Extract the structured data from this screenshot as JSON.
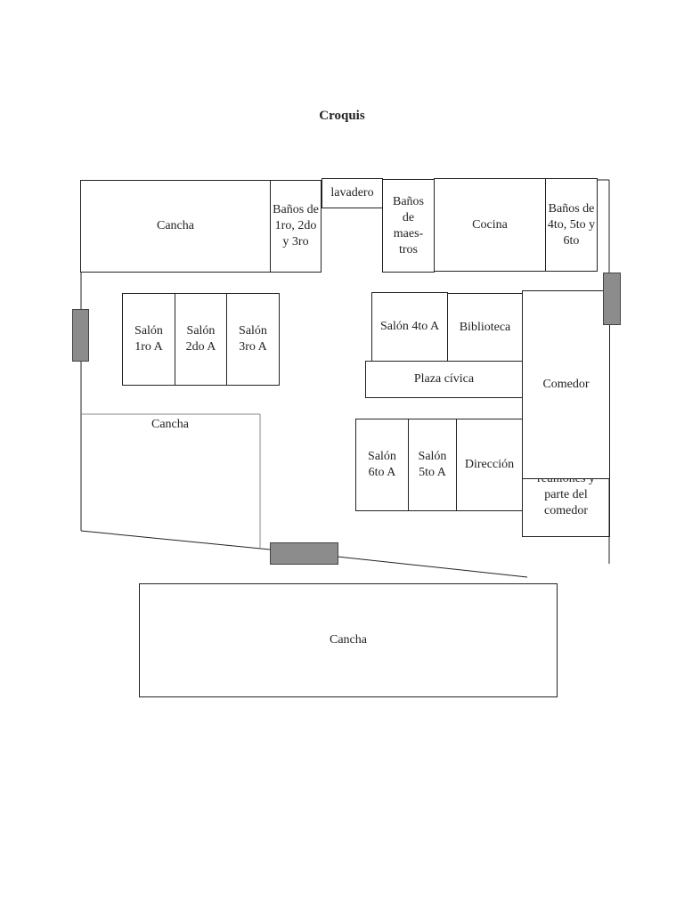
{
  "title": "Croquis",
  "rooms": {
    "cancha_top": "Cancha",
    "banos_1": "Baños de 1ro, 2do y 3ro",
    "lavadero": "lavadero",
    "banos_maestros": "Baños de maes-tros",
    "cocina": "Cocina",
    "banos_4": "Baños de 4to, 5to y 6to",
    "salon_1ro": "Salón 1ro A",
    "salon_2do": "Salón 2do A",
    "salon_3ro": "Salón 3ro A",
    "salon_4to": "Salón 4to A",
    "biblioteca": "Biblioteca",
    "plaza": "Plaza cívica",
    "comedor": "Comedor",
    "cancha_left": "Cancha",
    "salon_6to": "Salón 6to A",
    "salon_5to": "Salón 5to A",
    "direccion": "Dirección",
    "reuniones": "reuniones y parte del comedor",
    "cancha_bottom": "Cancha"
  },
  "colors": {
    "line": "#222222",
    "door": "#8c8c8c"
  }
}
